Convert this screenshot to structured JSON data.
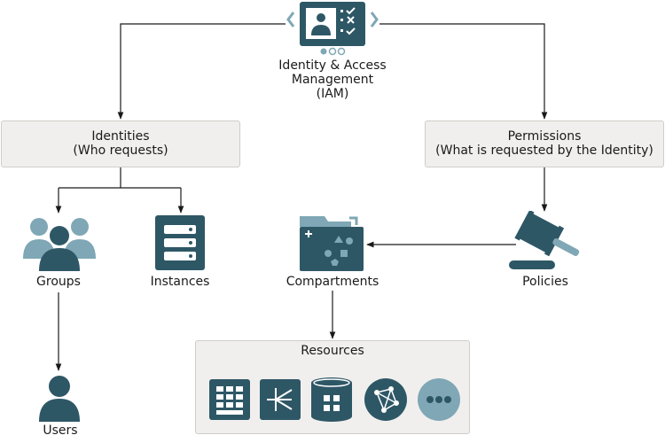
{
  "iam": {
    "line1": "Identity & Access",
    "line2": "Management",
    "line3": "(IAM)"
  },
  "identities": {
    "line1": "Identities",
    "line2": "(Who requests)"
  },
  "permissions": {
    "line1": "Permissions",
    "line2": "(What is requested by the Identity)"
  },
  "groups": {
    "label": "Groups"
  },
  "instances": {
    "label": "Instances"
  },
  "compartments": {
    "label": "Compartments"
  },
  "policies": {
    "label": "Policies"
  },
  "resources": {
    "title": "Resources"
  },
  "users": {
    "label": "Users"
  },
  "colors": {
    "icon_dark": "#2e5766",
    "icon_light": "#7fa7b5",
    "box_fill": "#f0efed",
    "line": "#1a1a1a"
  }
}
